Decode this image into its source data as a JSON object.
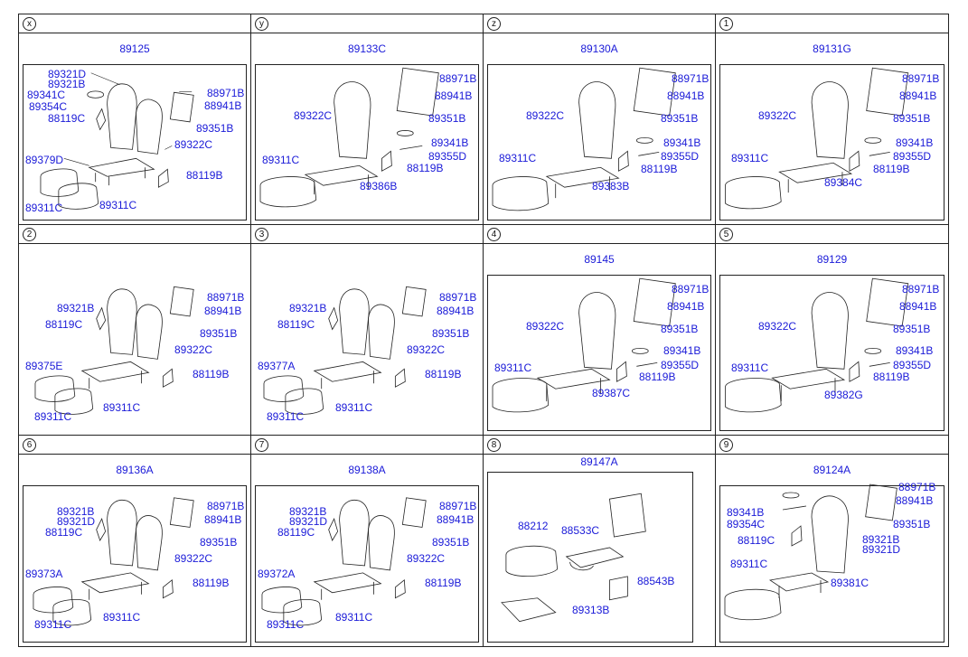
{
  "cells": [
    {
      "id": "x",
      "assy": "89125",
      "labels": [
        "89321D",
        "89321B",
        "89341C",
        "89354C",
        "88119C",
        "88971B",
        "88941B",
        "89351B",
        "89322C",
        "89379D",
        "88119B",
        "89311C",
        "89311C"
      ]
    },
    {
      "id": "y",
      "assy": "89133C",
      "labels": [
        "88971B",
        "88941B",
        "89322C",
        "89351B",
        "89341B",
        "89355D",
        "89311C",
        "88119B",
        "89386B"
      ]
    },
    {
      "id": "z",
      "assy": "89130A",
      "labels": [
        "88971B",
        "88941B",
        "89322C",
        "89351B",
        "89341B",
        "89355D",
        "89311C",
        "88119B",
        "89383B"
      ]
    },
    {
      "id": "1",
      "assy": "89131G",
      "labels": [
        "88971B",
        "88941B",
        "89322C",
        "89351B",
        "89341B",
        "89355D",
        "89311C",
        "88119B",
        "89384C"
      ]
    },
    {
      "id": "2",
      "assy": "",
      "labels": [
        "88971B",
        "89321B",
        "88941B",
        "88119C",
        "89351B",
        "89322C",
        "89375E",
        "88119B",
        "89311C",
        "89311C"
      ]
    },
    {
      "id": "3",
      "assy": "",
      "labels": [
        "88971B",
        "89321B",
        "88941B",
        "88119C",
        "89351B",
        "89322C",
        "89377A",
        "88119B",
        "89311C",
        "89311C"
      ]
    },
    {
      "id": "4",
      "assy": "89145",
      "labels": [
        "88971B",
        "88941B",
        "89322C",
        "89351B",
        "89341B",
        "89355D",
        "89311C",
        "88119B",
        "89387C"
      ]
    },
    {
      "id": "5",
      "assy": "89129",
      "labels": [
        "88971B",
        "88941B",
        "89322C",
        "89351B",
        "89341B",
        "89355D",
        "89311C",
        "88119B",
        "89382G"
      ]
    },
    {
      "id": "6",
      "assy": "89136A",
      "labels": [
        "88971B",
        "89321B",
        "89321D",
        "88941B",
        "88119C",
        "89351B",
        "89322C",
        "89373A",
        "88119B",
        "89311C",
        "89311C"
      ]
    },
    {
      "id": "7",
      "assy": "89138A",
      "labels": [
        "88971B",
        "89321B",
        "89321D",
        "88941B",
        "88119C",
        "89351B",
        "89322C",
        "89372A",
        "88119B",
        "89311C",
        "89311C"
      ]
    },
    {
      "id": "8",
      "assy": "89147A",
      "labels": [
        "88212",
        "88533C",
        "88543B",
        "89313B"
      ]
    },
    {
      "id": "9",
      "assy": "89124A",
      "labels": [
        "88971B",
        "88941B",
        "89341B",
        "89354C",
        "89351B",
        "88119C",
        "89321B",
        "89321D",
        "89311C",
        "89381C"
      ]
    }
  ]
}
